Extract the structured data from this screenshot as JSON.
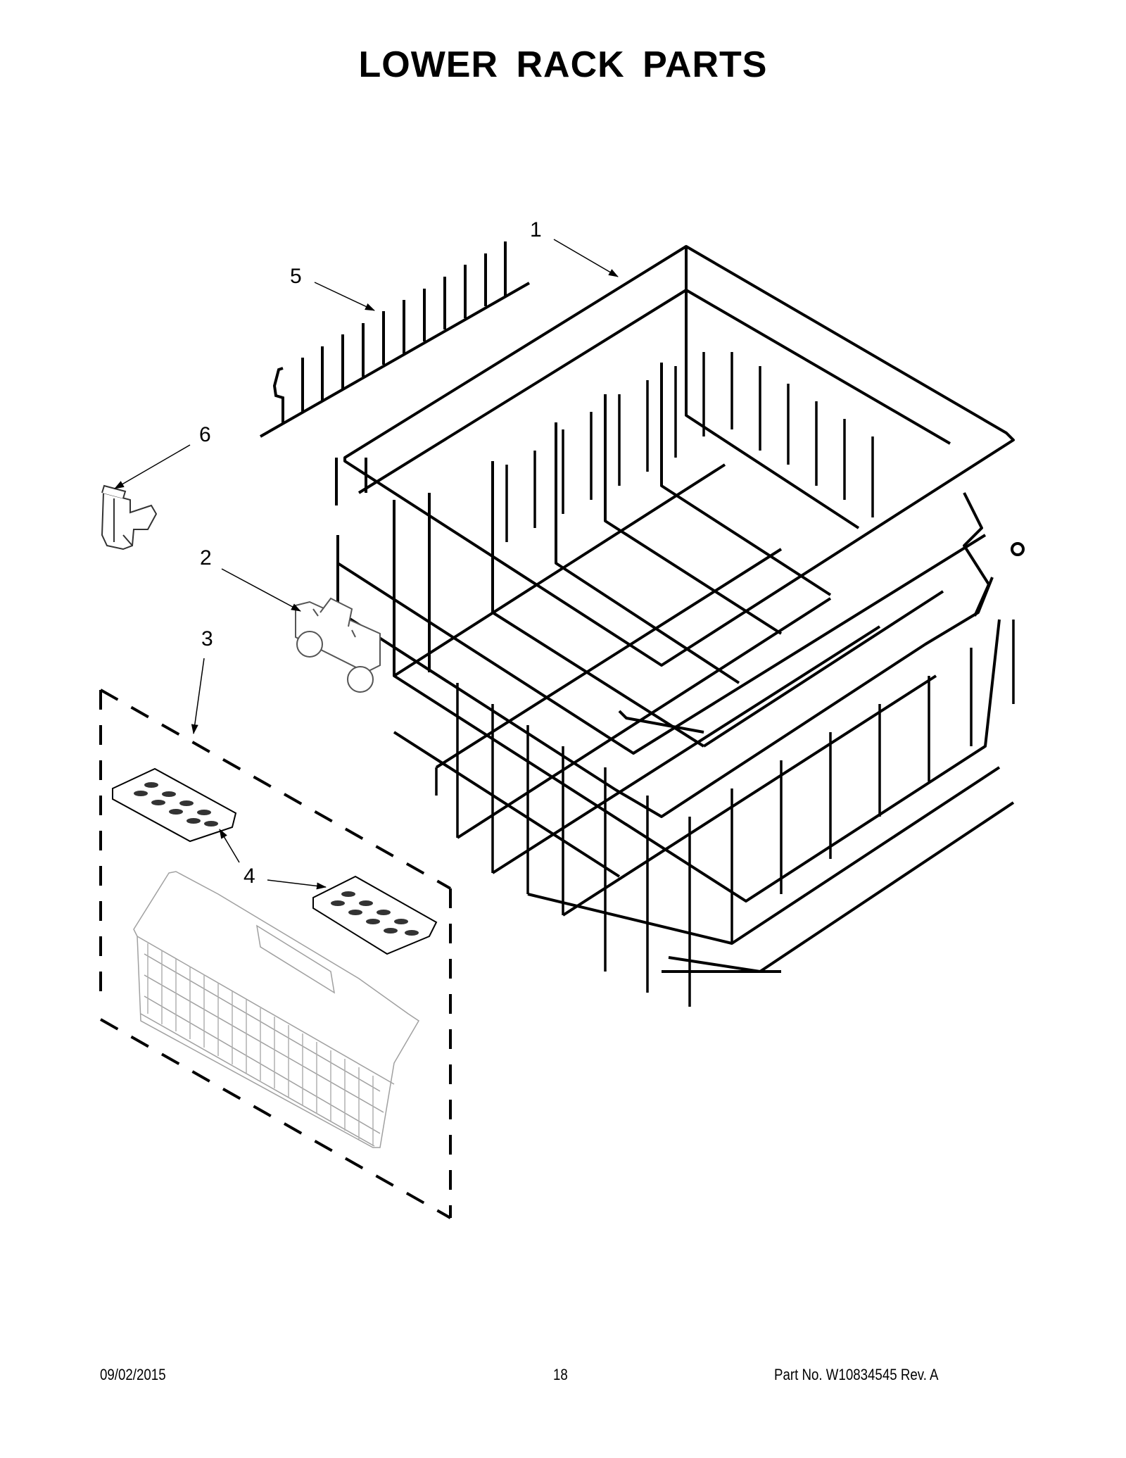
{
  "page": {
    "title": "LOWER RACK PARTS"
  },
  "callouts": [
    {
      "number": "1",
      "part": "lower-rack"
    },
    {
      "number": "2",
      "part": "rack-roller-assembly"
    },
    {
      "number": "3",
      "part": "silverware-basket"
    },
    {
      "number": "4",
      "part": "basket-lid"
    },
    {
      "number": "5",
      "part": "fold-down-tine-row"
    },
    {
      "number": "6",
      "part": "rack-clip"
    }
  ],
  "footer": {
    "date": "09/02/2015",
    "page_number": "18",
    "part_number": "Part No.  W10834545   Rev.  A"
  },
  "colors": {
    "line": "#000000",
    "light_line": "#9a9a9a",
    "background": "#ffffff"
  }
}
